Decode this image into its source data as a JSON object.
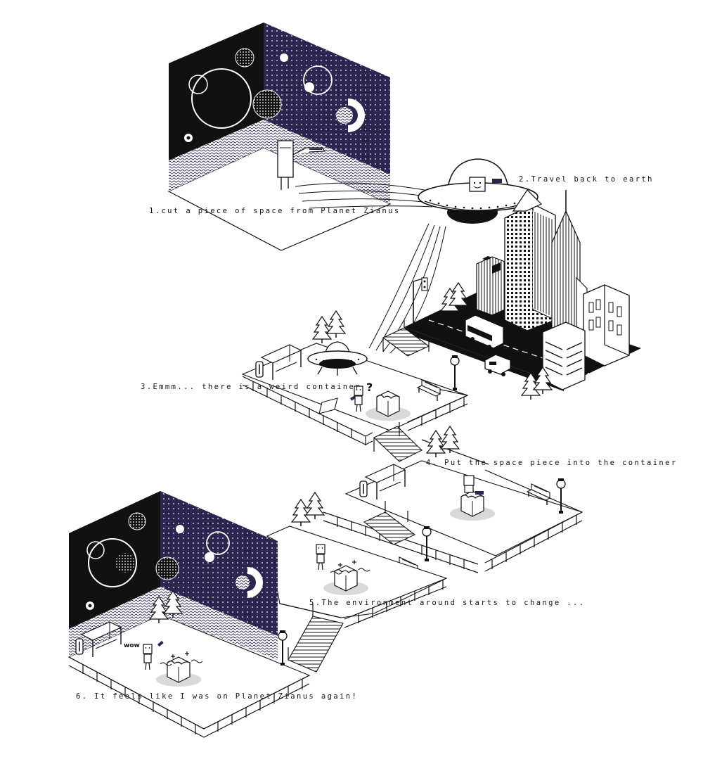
{
  "colors": {
    "ink": "#111111",
    "space_navy": "#2b2550",
    "paper": "#ffffff",
    "shadow": "#d9d9d9"
  },
  "captions": {
    "step1": "1.cut a piece of space from Planet Zianus",
    "step2": "2.Travel back to earth",
    "step3": "3.Emmm... there is a weird container",
    "step4": "4. Put the space piece into the container",
    "step5": "5.The environment around starts to change ...",
    "step6": "6. It feels like I was on Planet Zianus again!"
  },
  "labels": {
    "wow": "wow",
    "question": "?"
  },
  "icons": {
    "ufo": "ufo-icon",
    "robot": "robot-character-icon",
    "tree": "pine-tree-icon",
    "lamp": "street-lamp-icon",
    "bench": "park-bench-icon",
    "bus_stop": "bus-stop-icon",
    "container": "container-box-icon",
    "building": "skyscraper-icon",
    "bus": "bus-icon",
    "jeep": "jeep-icon",
    "traffic_light": "traffic-light-icon"
  }
}
